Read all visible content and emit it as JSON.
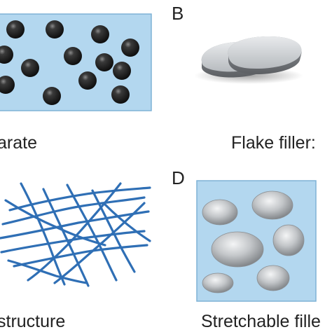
{
  "colors": {
    "box_fill": "#b3d7ef",
    "box_stroke": "#7fb2d6",
    "fiber": "#2f6fb5",
    "sphere": "#1c1c1c",
    "flake": "#a9adb1",
    "droplet": "#b8babd"
  },
  "panels": {
    "a": {
      "caption": "arate",
      "icon": "spherical-particles-in-matrix"
    },
    "b": {
      "letter": "B",
      "caption": "Flake filler:",
      "icon": "stacked-flakes"
    },
    "c": {
      "caption": "structure",
      "icon": "fiber-network"
    },
    "d": {
      "letter": "D",
      "caption": "Stretchable fille",
      "icon": "liquid-droplets-in-matrix"
    }
  }
}
